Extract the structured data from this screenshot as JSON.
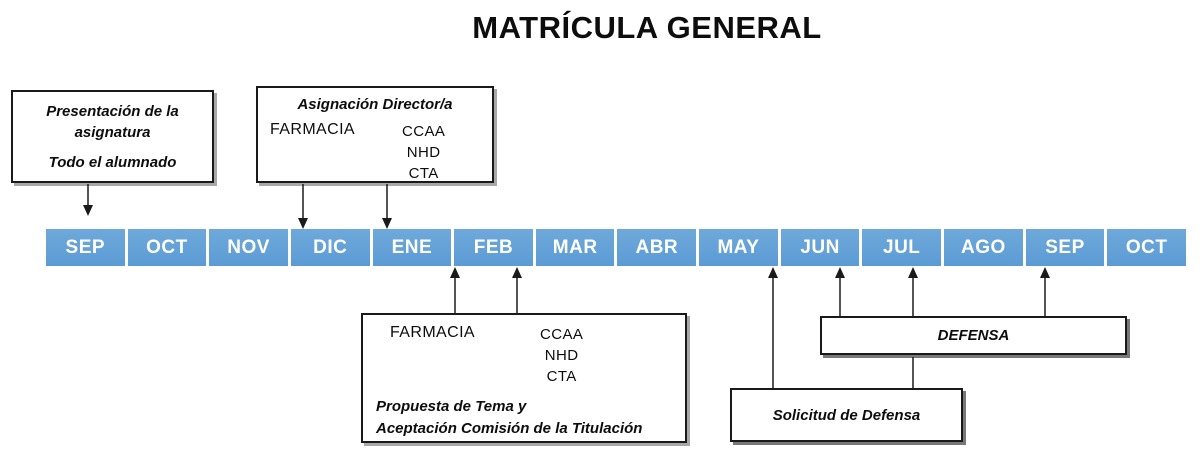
{
  "title": "MATRÍCULA GENERAL",
  "timeline": {
    "months": [
      "SEP",
      "OCT",
      "NOV",
      "DIC",
      "ENE",
      "FEB",
      "MAR",
      "ABR",
      "MAY",
      "JUN",
      "JUL",
      "AGO",
      "SEP",
      "OCT"
    ]
  },
  "boxes": {
    "presentacion": {
      "line1": "Presentación de la",
      "line2": "asignatura",
      "line3": "Todo el alumnado"
    },
    "asignacion": {
      "title": "Asignación Director/a",
      "faculty": "FARMACIA",
      "degrees": [
        "CCAA",
        "NHD",
        "CTA"
      ]
    },
    "propuesta": {
      "faculty": "FARMACIA",
      "degrees": [
        "CCAA",
        "NHD",
        "CTA"
      ],
      "line1": "Propuesta de Tema y",
      "line2": "Aceptación Comisión de la Titulación"
    },
    "defensa": {
      "label": "DEFENSA"
    },
    "solicitud": {
      "label": "Solicitud de Defensa"
    }
  },
  "colors": {
    "timeline_blue": "#5B9BD5",
    "timeline_text": "#FFFFFF",
    "box_border": "#1A1A1A",
    "arrow": "#1A1A1A"
  }
}
